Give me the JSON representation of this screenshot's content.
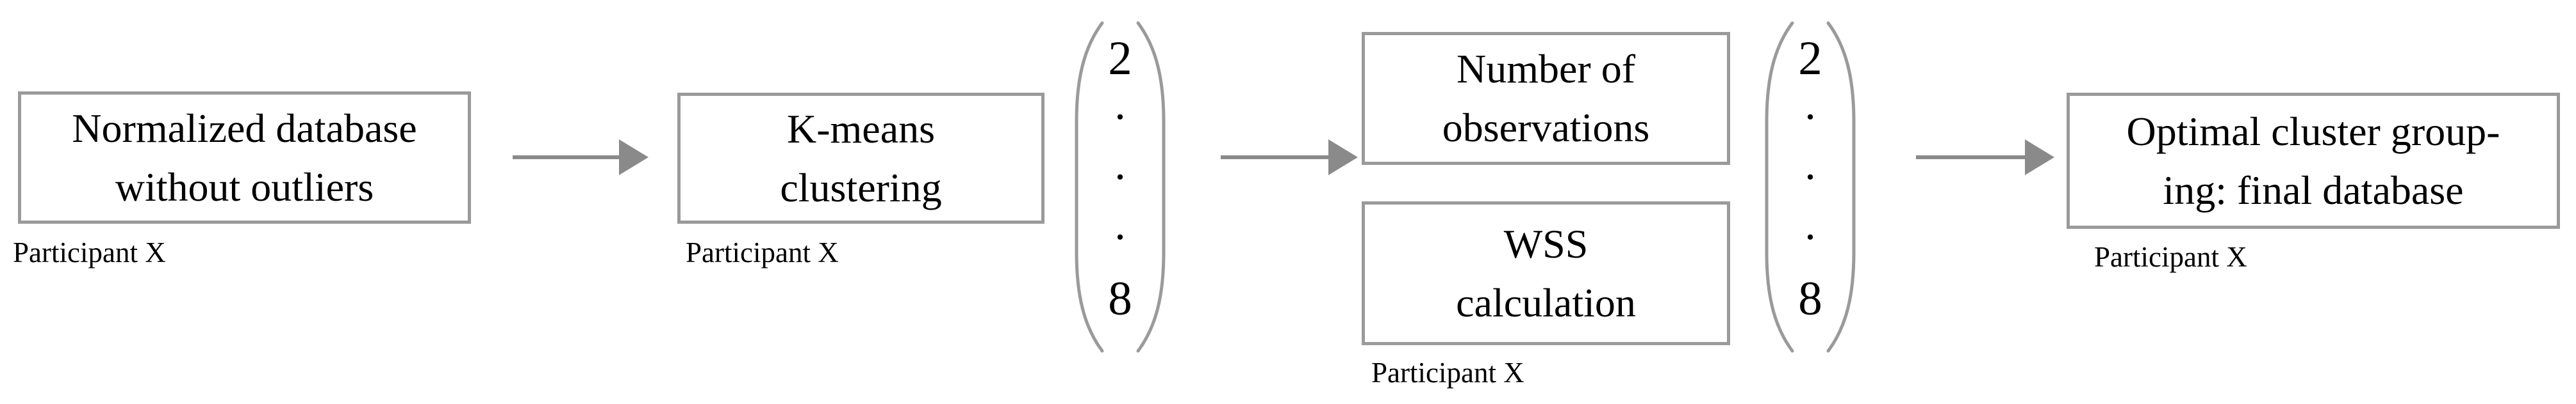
{
  "diagram": {
    "colors": {
      "border": "#9a9a9a",
      "arrow": "#8a8a8a",
      "bracket": "#9a9a9a",
      "text": "#000000",
      "background": "#ffffff"
    },
    "nodes": {
      "normalized_db": {
        "line1": "Normalized database",
        "line2": "without outliers",
        "participant": "Participant X"
      },
      "kmeans": {
        "line1": "K-means",
        "line2": "clustering",
        "participant": "Participant X"
      },
      "number_obs": {
        "line1": "Number of",
        "line2": "observations"
      },
      "wss": {
        "line1": "WSS",
        "line2": "calculation",
        "participant": "Participant X"
      },
      "optimal": {
        "line1": "Optimal cluster group-",
        "line2": "ing: final database",
        "participant": "Participant X"
      }
    },
    "brackets": {
      "k_range_1": {
        "items": [
          "2",
          ".",
          ".",
          ".",
          "8"
        ]
      },
      "k_range_2": {
        "items": [
          "2",
          ".",
          ".",
          ".",
          "8"
        ]
      }
    }
  }
}
